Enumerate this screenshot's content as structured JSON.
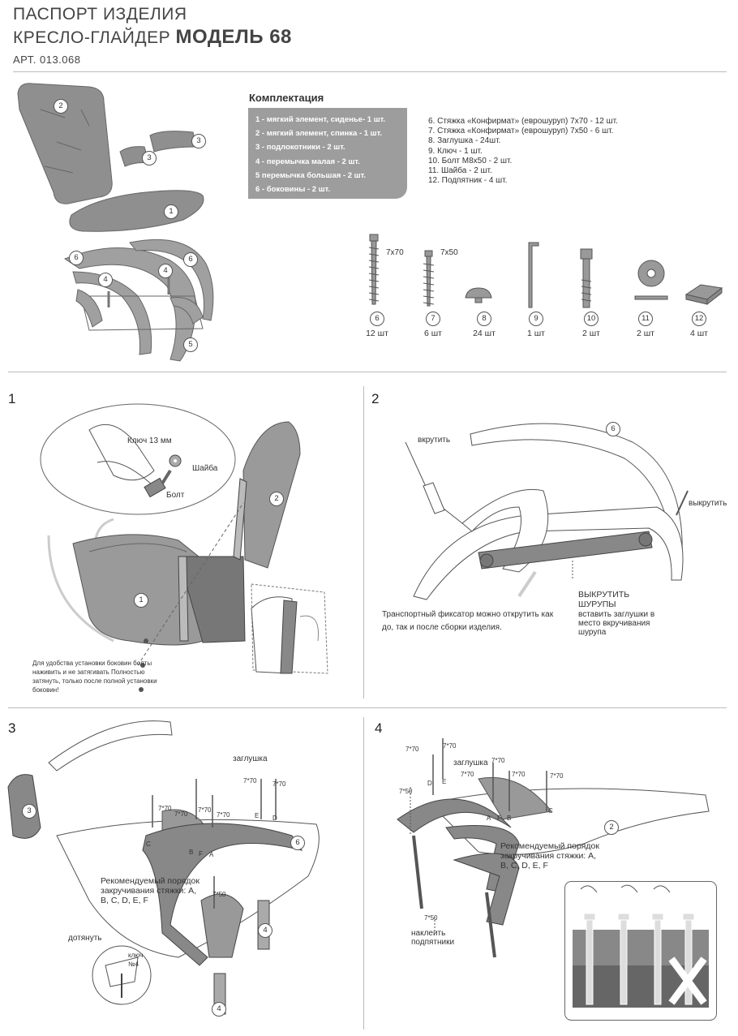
{
  "header": {
    "title_line1": "ПАСПОРТ ИЗДЕЛИЯ",
    "title_line2_prefix": "КРЕСЛО-ГЛАЙДЕР",
    "title_line2_model": "МОДЕЛЬ 68",
    "article": "АРТ. 013.068"
  },
  "kit": {
    "title": "Комплектация",
    "boxed_items": [
      "1 - мягкий элемент, сиденье- 1 шт.",
      "2 - мягкий элемент, спинка - 1 шт.",
      "3 - подлокотники - 2 шт.",
      "4 - перемычка малая - 2 шт.",
      "5  перемычка большая - 2 шт.",
      "6 - боковины - 2 шт."
    ],
    "list_items": [
      "6. Стяжка «Конфирмат»  (еврошуруп) 7х70 - 12 шт.",
      "7. Стяжка «Конфирмат»  (еврошуруп) 7х50 - 6 шт.",
      "8. Заглушка - 24шт.",
      "9. Ключ - 1 шт.",
      "10. Болт М8х50 - 2 шт.",
      "11. Шайба - 2 шт.",
      "12. Подпятник - 4 шт."
    ]
  },
  "overview_labels": [
    "2",
    "3",
    "3",
    "1",
    "6",
    "6",
    "4",
    "4",
    "5"
  ],
  "hardware": [
    {
      "num": "6",
      "qty": "12 шт",
      "size": "7х70"
    },
    {
      "num": "7",
      "qty": "6 шт",
      "size": "7х50"
    },
    {
      "num": "8",
      "qty": "24 шт",
      "size": ""
    },
    {
      "num": "9",
      "qty": "1 шт",
      "size": ""
    },
    {
      "num": "10",
      "qty": "2 шт",
      "size": ""
    },
    {
      "num": "11",
      "qty": "2 шт",
      "size": ""
    },
    {
      "num": "12",
      "qty": "4 шт",
      "size": ""
    }
  ],
  "step1": {
    "num": "1",
    "key_label": "Ключ 13 мм",
    "washer_label": "Шайба",
    "bolt_label": "Болт",
    "part_a": "1",
    "part_b": "2",
    "note": "Для удобства установки боковин болты наживить и не затягивать Полностью затянуть, только после полной установки боковин!"
  },
  "step2": {
    "num": "2",
    "part": "6",
    "screw_in": "вкрутить",
    "screw_out": "выкрутить",
    "note": "Транспортный фиксатор можно открутить как до, так и после сборки изделия.",
    "warn_title": "ВЫКРУТИТЬ ШУРУПЫ",
    "warn_text": "вставить заглушки в место вкручивания шурупа"
  },
  "step3": {
    "num": "3",
    "arm": "3",
    "side": "6",
    "bar": "4",
    "bar2": "4",
    "plug": "заглушка",
    "screws": [
      "7*70",
      "7*70",
      "7*70",
      "7*70",
      "7*70",
      "7*70",
      "7*50"
    ],
    "letters": [
      "C",
      "B",
      "F",
      "A",
      "E",
      "D"
    ],
    "order": "Рекомендуемый порядок закручивания стяжки: A, B, C, D, E, F",
    "tighten": "дотянуть",
    "key": "ключ №4"
  },
  "step4": {
    "num": "4",
    "plug": "заглушка",
    "screws": [
      "7*70",
      "7*70",
      "7*70",
      "7*70",
      "7*70",
      "7*70",
      "7*50",
      "7*50"
    ],
    "letters": [
      "D",
      "E",
      "A",
      "F",
      "B",
      "C"
    ],
    "back": "2",
    "order": "Рекомендуемый порядок закручивания стяжки: A, B, C, D, E, F",
    "feet": "наклеить подпятники"
  }
}
